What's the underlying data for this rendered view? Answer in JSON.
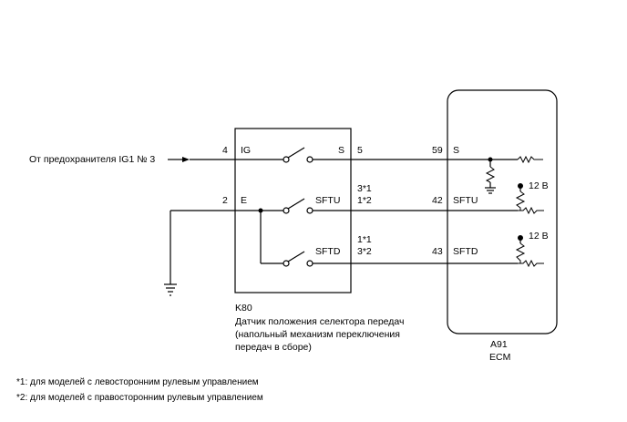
{
  "source": {
    "label": "От предохранителя IG1 № 3"
  },
  "sensor": {
    "code": "K80",
    "description": [
      "Датчик положения селектора передач",
      "(напольный механизм переключения",
      "передач в сборе)"
    ],
    "terminals": {
      "ig": {
        "pin": "4",
        "name": "IG"
      },
      "e": {
        "pin": "2",
        "name": "E"
      },
      "s": {
        "pin": "5",
        "name": "S"
      },
      "sftu": {
        "name": "SFTU",
        "pin_a": "3*1",
        "pin_b": "1*2"
      },
      "sftd": {
        "name": "SFTD",
        "pin_a": "1*1",
        "pin_b": "3*2"
      }
    }
  },
  "ecm": {
    "code": "A91",
    "name": "ECM",
    "terminals": {
      "s": {
        "pin": "59",
        "name": "S"
      },
      "sftu": {
        "pin": "42",
        "name": "SFTU"
      },
      "sftd": {
        "pin": "43",
        "name": "SFTD"
      }
    },
    "supply_label": "12 В"
  },
  "footnotes": [
    "*1: для моделей с левосторонним рулевым управлением",
    "*2: для моделей с правосторонним рулевым управлением"
  ]
}
